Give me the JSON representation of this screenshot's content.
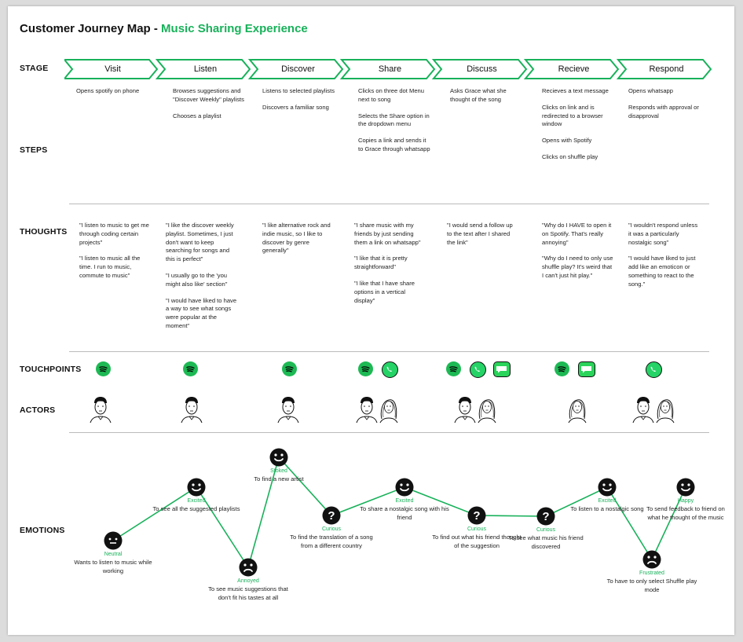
{
  "title": {
    "main": "Customer Journey Map -",
    "accent": "Music Sharing Experience"
  },
  "row_labels": {
    "stage": "STAGE",
    "steps": "STEPS",
    "thoughts": "THOUGHTS",
    "touchpoints": "TOUCHPOINTS",
    "actors": "ACTORS",
    "emotions": "EMOTIONS"
  },
  "colors": {
    "accent": "#18b15a",
    "spotify": "#1db954",
    "whatsapp": "#25d366"
  },
  "stages": [
    "Visit",
    "Listen",
    "Discover",
    "Share",
    "Discuss",
    "Recieve",
    "Respond"
  ],
  "steps": [
    [
      "Opens spotify on phone"
    ],
    [
      "Browses suggestions and \"Discover Weekly\" playlists",
      "Chooses a playlist"
    ],
    [
      "Listens to selected playlists",
      "Discovers a familiar song"
    ],
    [
      "Clicks on three dot Menu next to song",
      "Selects the Share option in the dropdown menu",
      "Copies a link and sends it to Grace through whatsapp"
    ],
    [
      "Asks Grace what she thought of the song"
    ],
    [
      "Recieves a text message",
      "Clicks on link and is redirected to a browser window",
      "Opens with Spotify",
      "Clicks on shuffle play"
    ],
    [
      "Opens whatsapp",
      "Responds with approval or disapproval"
    ]
  ],
  "thoughts": [
    [
      "\"I  listen to music to get me through coding certain projects\"",
      "\"I  listen to music all the time. I run to music, commute to music\""
    ],
    [
      "\"I like the discover weekly playlist. Sometimes, I just don't want to keep searching for songs and this is perfect\"",
      "\"I usually go to the 'you might also like' section\"",
      "\"I would have liked to have a way to see what songs were popular at the moment\""
    ],
    [
      "\"I like alternative rock and indie music, so I like to discover by genre generally\""
    ],
    [
      "\"I share music with my friends by just sending them a link on whatsapp\"",
      "\"I like that it is pretty straightforward\"",
      "\"I like that I have share options in a vertical display\""
    ],
    [
      "\"I would send a follow up to the text after I shared the link\""
    ],
    [
      "\"Why do I HAVE to open it on Spotify. That's really annoying\"",
      "\"Why do I need to only use shuffle play? It's weird that I can't just hit play.\""
    ],
    [
      "\"I wouldn't respond unless it was a particularly nostalgic song\"",
      "\"I would have liked to just add like an emoticon or something to react to the song.\""
    ]
  ],
  "touchpoints": [
    [
      "spotify-icon"
    ],
    [
      "spotify-icon"
    ],
    [
      "spotify-icon"
    ],
    [
      "spotify-icon",
      "whatsapp-icon"
    ],
    [
      "spotify-icon",
      "whatsapp-icon",
      "messages-icon"
    ],
    [
      "spotify-icon",
      "messages-icon"
    ],
    [
      "whatsapp-icon"
    ]
  ],
  "actors": [
    [
      "man"
    ],
    [
      "man"
    ],
    [
      "man"
    ],
    [
      "man",
      "woman"
    ],
    [
      "man",
      "woman"
    ],
    [
      "woman"
    ],
    [
      "man",
      "woman"
    ]
  ],
  "emotions": [
    {
      "label": "Neutral",
      "text": "Wants to listen to music while working",
      "face": "neutral"
    },
    {
      "label": "Excited",
      "text": "To see all the suggested playlists",
      "face": "happy"
    },
    {
      "label": "Annoyed",
      "text": "To see music suggestions that don't fit his tastes at all",
      "face": "sad"
    },
    {
      "label": "Stoked",
      "text": "To find a new artist",
      "face": "happy"
    },
    {
      "label": "Curious",
      "text": "To find the translation of a song from a different country",
      "face": "question"
    },
    {
      "label": "Excited",
      "text": "To share a nostalgic song with his friend",
      "face": "happy"
    },
    {
      "label": "Curious",
      "text": "To find out what his friend thought of the suggestion",
      "face": "question"
    },
    {
      "label": "Curious",
      "text": "To see what music his friend discovered",
      "face": "question"
    },
    {
      "label": "Excited",
      "text": "To listen to a nostalgic song",
      "face": "happy"
    },
    {
      "label": "Frustrated",
      "text": "To have to only select Shuffle play mode",
      "face": "sad"
    },
    {
      "label": "Happy",
      "text": "To send feedback to friend on what he thought of the music",
      "face": "happy"
    }
  ]
}
